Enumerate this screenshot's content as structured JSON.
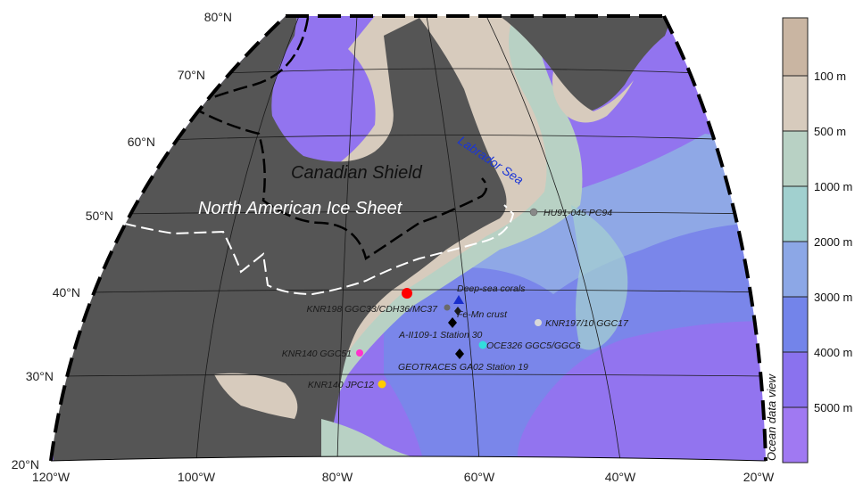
{
  "map": {
    "lat_labels": [
      "80°N",
      "70°N",
      "60°N",
      "50°N",
      "40°N",
      "30°N",
      "20°N"
    ],
    "lon_labels": [
      "120°W",
      "100°W",
      "80°W",
      "60°W",
      "40°W",
      "20°W"
    ],
    "region_labels": {
      "shield": "Canadian Shield",
      "ice_sheet": "North American Ice Sheet",
      "sea": "Labrador Sea"
    },
    "sites": [
      {
        "label": "HU91-045 PC94",
        "color": "#888888",
        "shape": "circle"
      },
      {
        "label": "Deep-sea corals",
        "color": "#1a2ecc",
        "shape": "triangle"
      },
      {
        "label": "KNR198 GGC33/CDH36/MC37",
        "color": "#6a6a6a",
        "shape": "circle"
      },
      {
        "label": "Fe-Mn crust",
        "color": "#1a1a1a",
        "shape": "diamond"
      },
      {
        "label": "A-II109-1 Station 30",
        "color": "#000000",
        "shape": "diamond"
      },
      {
        "label": "KNR197/10 GGC17",
        "color": "#d8d8d8",
        "shape": "circle"
      },
      {
        "label": "OCE326 GGC5/GGC6",
        "color": "#33dddd",
        "shape": "circle"
      },
      {
        "label": "GEOTRACES GA02 Station 19",
        "color": "#000000",
        "shape": "diamond"
      },
      {
        "label": "KNR140 GGC51",
        "color": "#ff33cc",
        "shape": "circle"
      },
      {
        "label": "KNR140 JPC12",
        "color": "#ffcc00",
        "shape": "circle"
      },
      {
        "label": "",
        "color": "#ff0000",
        "shape": "circle-large"
      }
    ]
  },
  "legend": {
    "title": "Ocean data view",
    "levels": [
      "100 m",
      "500 m",
      "1000 m",
      "2000 m",
      "3000 m",
      "4000 m",
      "5000 m"
    ],
    "colors": [
      "#c9b5a2",
      "#d7cbbd",
      "#b8d1c4",
      "#a1d0cf",
      "#8ca7e6",
      "#7384ea",
      "#8a72ee",
      "#a079f2"
    ]
  }
}
